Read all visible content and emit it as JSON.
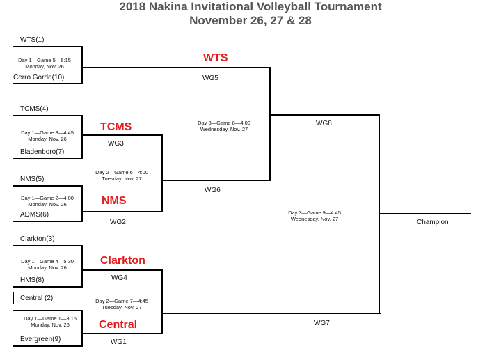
{
  "header": {
    "title": "2018 Nakina Invitational Volleyball Tournament",
    "dates": "November 26, 27 & 28"
  },
  "teams": {
    "wts": "WTS(1)",
    "cerro_gordo": "Cerro Gordo(10)",
    "tcms": "TCMS(4)",
    "bladenboro": "Bladenboro(7)",
    "nms": "NMS(5)",
    "adms": "ADMS(6)",
    "clarkton": "Clarkton(3)",
    "hms": "HMS(8)",
    "central": "Central (2)",
    "evergreen": "Evergreen(9)"
  },
  "games": {
    "g5": {
      "line1": "Day 1—Game 5—6:15",
      "line2": "Monday, Nov. 26"
    },
    "g3": {
      "line1": "Day 1—Game 3—4:45",
      "line2": "Monday, Nov. 26"
    },
    "g2": {
      "line1": "Day 1—Game 2—4:00",
      "line2": "Monday, Nov. 26"
    },
    "g4": {
      "line1": "Day 1—Game 4—5:30",
      "line2": "Monday, Nov. 26"
    },
    "g1": {
      "line1": "Day 1—Game 1—3:15",
      "line2": "Monday, Nov. 26"
    },
    "g6": {
      "line1": "Day 2—Game 6—4:00",
      "line2": "Tuesday, Nov. 27"
    },
    "g7": {
      "line1": "Day 2—Game 7—4:45",
      "line2": "Tuesday, Nov. 27"
    },
    "g8": {
      "line1": "Day 3—Game 8—4:00",
      "line2": "Wednesday, Nov. 27"
    },
    "g9": {
      "line1": "Day 3—Game 9—4:45",
      "line2": "Wednesday, Nov. 27"
    }
  },
  "winners": {
    "g5": "WTS",
    "g3": "TCMS",
    "g2": "NMS",
    "g4": "Clarkton",
    "g1": "Central"
  },
  "winner_color": "#e41b1b",
  "wg_labels": {
    "wg5": "WG5",
    "wg3": "WG3",
    "wg2": "WG2",
    "wg4": "WG4",
    "wg1": "WG1",
    "wg6": "WG6",
    "wg7": "WG7",
    "wg8": "WG8"
  },
  "champion": "Champion"
}
